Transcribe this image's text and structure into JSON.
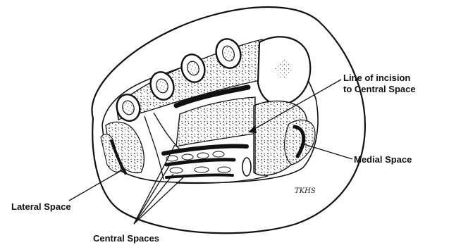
{
  "labels": {
    "incision_line1": "Line of incision",
    "incision_line2": "to Central Space",
    "medial": "Medial Space",
    "lateral": "Lateral Space",
    "central": "Central Spaces"
  },
  "signature": "TKHS",
  "colors": {
    "ink": "#111111",
    "background": "#ffffff"
  }
}
